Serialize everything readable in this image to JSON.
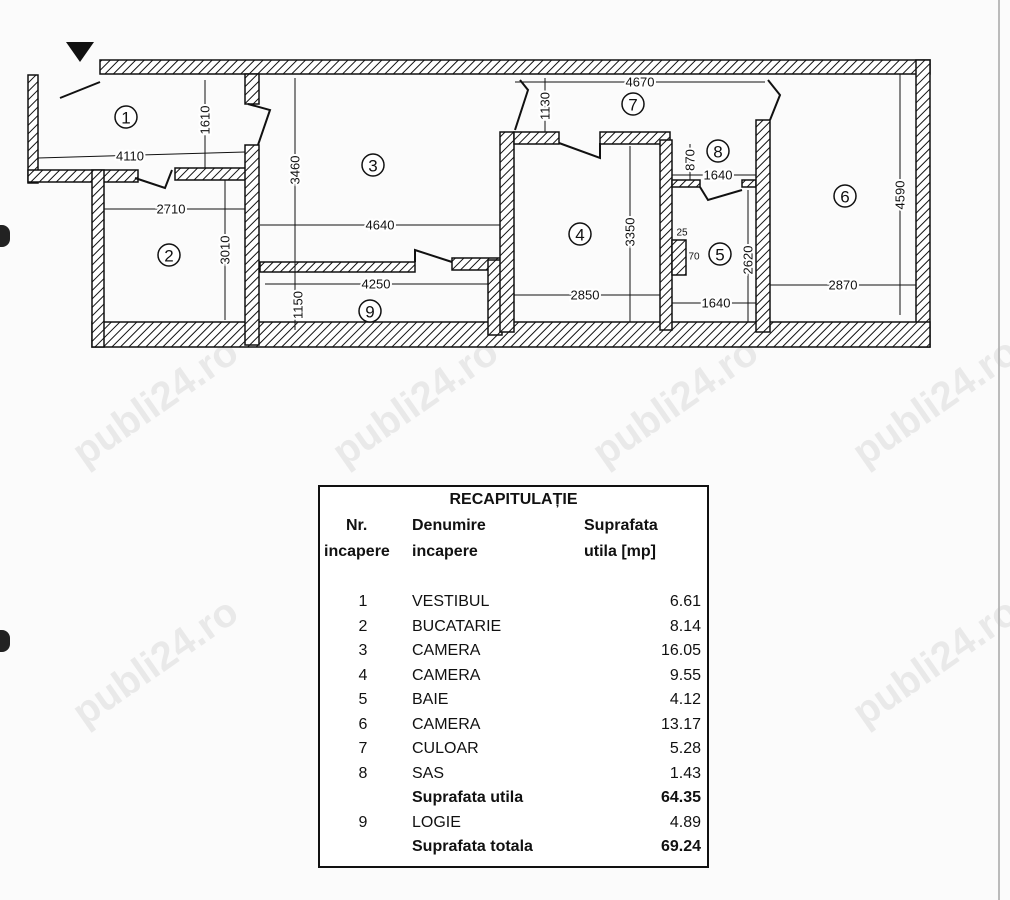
{
  "plan": {
    "rooms": [
      "1",
      "2",
      "3",
      "4",
      "5",
      "6",
      "7",
      "8",
      "9"
    ],
    "dimensions": {
      "r1_width": "4110",
      "r1_height": "1610",
      "r2_width": "2710",
      "r2_height": "3010",
      "r3_height": "3460",
      "r3_width": "4640",
      "r9_width": "4250",
      "r9_height": "1150",
      "r7_width": "4670",
      "r7_height": "1130",
      "r4_height": "3350",
      "r4_width": "2850",
      "r8_height": "870",
      "r8_width": "1640",
      "r5_a": "25",
      "r5_b": "70",
      "r5_height": "2620",
      "r5_width": "1640",
      "r6_height": "4590",
      "r6_width": "2870"
    }
  },
  "watermark": "publi24.ro",
  "table": {
    "title": "RECAPITULAȚIE",
    "headers": {
      "nr1": "Nr.",
      "nr2": "incapere",
      "den1": "Denumire",
      "den2": "incapere",
      "sup1": "Suprafata",
      "sup2": "utila [mp]"
    },
    "rows": [
      {
        "nr": "1",
        "name": "VESTIBUL",
        "area": "6.61"
      },
      {
        "nr": "2",
        "name": "BUCATARIE",
        "area": "8.14"
      },
      {
        "nr": "3",
        "name": "CAMERA",
        "area": "16.05"
      },
      {
        "nr": "4",
        "name": "CAMERA",
        "area": "9.55"
      },
      {
        "nr": "5",
        "name": "BAIE",
        "area": "4.12"
      },
      {
        "nr": "6",
        "name": "CAMERA",
        "area": "13.17"
      },
      {
        "nr": "7",
        "name": "CULOAR",
        "area": "5.28"
      },
      {
        "nr": "8",
        "name": "SAS",
        "area": "1.43"
      }
    ],
    "subtotal": {
      "label": "Suprafata utila",
      "area": "64.35"
    },
    "extra": {
      "nr": "9",
      "name": "LOGIE",
      "area": "4.89"
    },
    "total": {
      "label": "Suprafata totala",
      "area": "69.24"
    }
  }
}
